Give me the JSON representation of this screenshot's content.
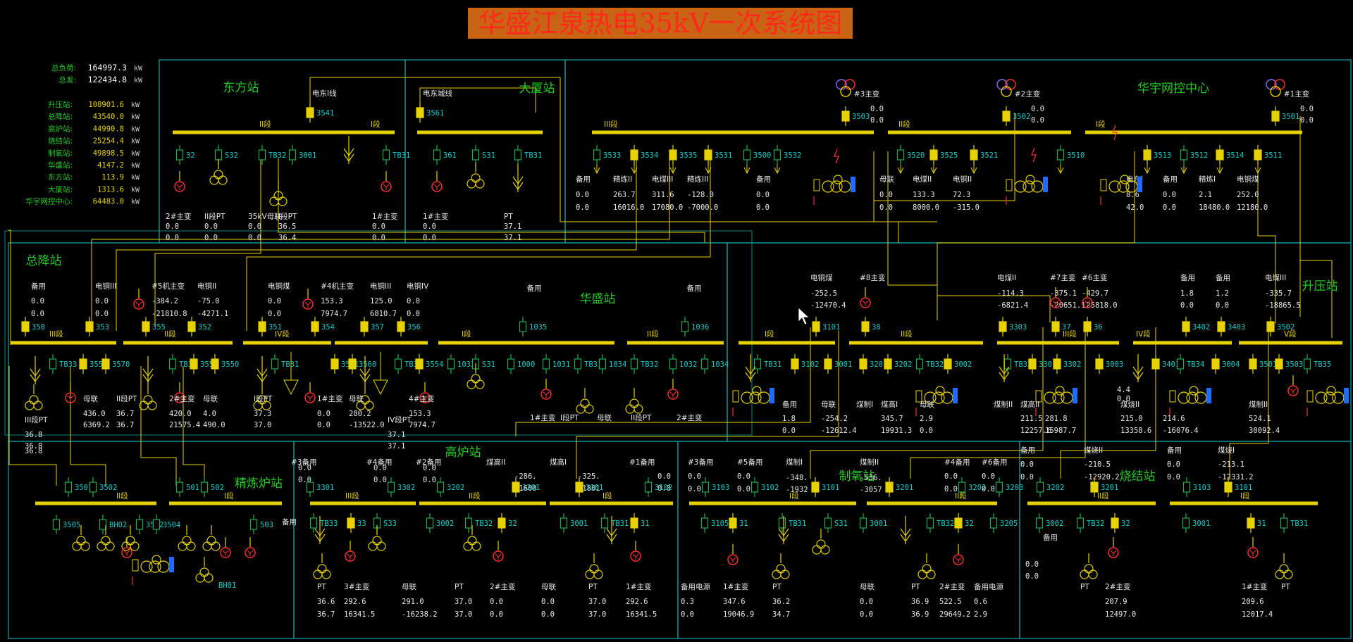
{
  "title": "华盛江泉热电35kV一次系统图",
  "colors": {
    "background": "#000000",
    "title_bg": "#c86414",
    "title_text": "#ff2a1a",
    "bus": "#e6d200",
    "line": "#e6d200",
    "frame": "#10a8a8",
    "station": "#22cc22",
    "switch_id": "#18c8c8",
    "closed": "#e6d200",
    "open": "#22aa55"
  },
  "summary": [
    {
      "label": "总负荷:",
      "value": "164997.3",
      "unit": "kW"
    },
    {
      "label": "总发:",
      "value": "122434.8",
      "unit": "kW"
    },
    {
      "label": "升压站:",
      "value": "108901.6",
      "unit": "kW"
    },
    {
      "label": "总降站:",
      "value": "43540.0",
      "unit": "kW"
    },
    {
      "label": "高炉站:",
      "value": "44990.8",
      "unit": "kW"
    },
    {
      "label": "烧结站:",
      "value": "25254.4",
      "unit": "kW"
    },
    {
      "label": "制氧站:",
      "value": "49898.5",
      "unit": "kW"
    },
    {
      "label": "华盛站:",
      "value": "4147.2",
      "unit": "kW"
    },
    {
      "label": "东方站:",
      "value": "113.9",
      "unit": "kW"
    },
    {
      "label": "大厦站:",
      "value": "1313.6",
      "unit": "kW"
    },
    {
      "label": "华宇网控中心:",
      "value": "64483.0",
      "unit": "kW"
    }
  ],
  "stations": {
    "dongfang": {
      "name": "东方站",
      "line": "电东I线",
      "line_sw": "3541",
      "sec2": "II段",
      "sec1": "I段",
      "feeders": [
        {
          "id": "32",
          "name": "2#主变",
          "v1": "0.0",
          "v2": "0.0"
        },
        {
          "id": "S32",
          "name": "II段PT",
          "v1": "0.0",
          "v2": "0.0"
        },
        {
          "id": "TB32",
          "name": "35kV母联",
          "v1": "0.0",
          "v2": "0.0"
        },
        {
          "id": "3001",
          "name": "I段PT",
          "v1": "36.5",
          "v2": "36.4"
        },
        {
          "id": "TB31",
          "name": "1#主变",
          "v1": "0.0",
          "v2": "0.0"
        }
      ]
    },
    "dasha": {
      "name": "大厦站",
      "line": "电东城线",
      "line_sw": "3561",
      "feeders": [
        {
          "id": "361",
          "name": "1#主变",
          "v1": "0.0",
          "v2": "0.0"
        },
        {
          "id": "S31",
          "name": "",
          "v1": "",
          "v2": ""
        },
        {
          "id": "TB31",
          "name": "PT",
          "v1": "37.1",
          "v2": "37.1"
        }
      ]
    },
    "huayu": {
      "name": "华宇网控中心",
      "sections": [
        "III段",
        "II段",
        "I段"
      ],
      "transformers": [
        {
          "name": "#3主变",
          "sw": "3503",
          "v1": "0.0",
          "v2": "0.0"
        },
        {
          "name": "#2主变",
          "sw": "3502",
          "v1": "0.0",
          "v2": "0.0"
        },
        {
          "name": "#1主变",
          "sw": "3501",
          "v1": "0.0",
          "v2": "0.0"
        }
      ],
      "feeders": [
        {
          "id": "3533",
          "name": "备用",
          "v1": "0.0",
          "v2": "0.0"
        },
        {
          "id": "3534",
          "name": "精炼II",
          "v1": "263.7",
          "v2": "16016.0"
        },
        {
          "id": "3535",
          "name": "电煤III",
          "v1": "311.6",
          "v2": "17080.0"
        },
        {
          "id": "3531",
          "name": "精炼III",
          "v1": "-128.0",
          "v2": "-7000.0"
        },
        {
          "id": "3500",
          "name": "",
          "v1": "",
          "v2": ""
        },
        {
          "id": "3532",
          "name": "备用",
          "v1": "0.0",
          "v2": "0.0"
        },
        {
          "id": "3520",
          "name": "母联",
          "v1": "0.0",
          "v2": "0.0"
        },
        {
          "id": "3525",
          "name": "电煤II",
          "v1": "133.3",
          "v2": "8000.0"
        },
        {
          "id": "3521",
          "name": "电铜II",
          "v1": "72.3",
          "v2": "-315.0"
        },
        {
          "id": "3510",
          "name": "",
          "v1": "",
          "v2": ""
        },
        {
          "id": "3513",
          "name": "电东I",
          "v1": "8.6",
          "v2": "42.0"
        },
        {
          "id": "3512",
          "name": "备用",
          "v1": "0.0",
          "v2": "0.0"
        },
        {
          "id": "3514",
          "name": "精炼I",
          "v1": "2.1",
          "v2": "18480.0"
        },
        {
          "id": "3511",
          "name": "电铜煤",
          "v1": "252.0",
          "v2": "12180.0"
        }
      ]
    },
    "zongjiang": {
      "name": "总降站",
      "sections": [
        "III段",
        "II段",
        "IV段"
      ],
      "tops": [
        {
          "name": "备用",
          "v1": "0.0",
          "v2": "0.0",
          "sw": "358"
        },
        {
          "name": "电铜III",
          "v1": "0.0",
          "v2": "0.0",
          "sw": "353"
        },
        {
          "name": "#5机主变",
          "v1": "-384.2",
          "v2": "-21810.8",
          "sw": "355"
        },
        {
          "name": "电铜II",
          "v1": "-75.0",
          "v2": "-4271.1",
          "sw": "352"
        },
        {
          "name": "电铜煤",
          "v1": "0.0",
          "v2": "0.0",
          "sw": "351"
        },
        {
          "name": "#4机主变",
          "v1": "153.3",
          "v2": "7974.7",
          "sw": "354"
        },
        {
          "name": "电铜III",
          "v1": "125.0",
          "v2": "6810.7",
          "sw": "357"
        },
        {
          "name": "电铜IV",
          "v1": "0.0",
          "v2": "0.0",
          "sw": "356"
        }
      ],
      "bottoms": [
        {
          "name": "III段PT",
          "v1": "36.8",
          "v2": "36.8"
        },
        {
          "name": "母联",
          "v1": "436.0",
          "v2": "6369.2"
        },
        {
          "name": "II段PT",
          "v1": "36.7",
          "v2": "36.7"
        },
        {
          "name": "2#主变",
          "v1": "420.0",
          "v2": "21575.4"
        },
        {
          "name": "母联",
          "v1": "4.0",
          "v2": "490.0"
        },
        {
          "name": "I段PT",
          "v1": "37.3",
          "v2": "37.0"
        },
        {
          "name": "1#主变",
          "v1": "0.0",
          "v2": "0.0"
        },
        {
          "name": "母联",
          "v1": "280.2",
          "v2": "-13522.0"
        },
        {
          "name": "IV段PT",
          "v1": "37.1",
          "v2": "37.1"
        },
        {
          "name": "4#主变",
          "v1": "153.3",
          "v2": "7974.7"
        }
      ],
      "switches": [
        "TB33",
        "3553",
        "3570",
        "TB32",
        "3552",
        "3550",
        "TB31",
        "3551",
        "3560",
        "TB34",
        "3554"
      ],
      "left_value": "36.8"
    },
    "huasheng": {
      "name": "华盛站",
      "spare1": "备用",
      "spare1_sw": "1035",
      "spare2": "备用",
      "spare2_sw": "1036",
      "sec1": "I段",
      "sec2": "II段",
      "switches": [
        "1033",
        "S31",
        "1000",
        "1031",
        "TB31",
        "1034",
        "TB32",
        "1032",
        "1034"
      ],
      "bottoms": [
        {
          "name": "1#主变"
        },
        {
          "name": "I段PT"
        },
        {
          "name": "母联"
        },
        {
          "name": "II段PT"
        },
        {
          "name": "2#主变"
        }
      ]
    },
    "shengya": {
      "name": "升压站",
      "tops": [
        {
          "name": "电铜煤",
          "v1": "-252.5",
          "v2": "-12470.4",
          "sw": "3101"
        },
        {
          "name": "#8主变",
          "v1": "",
          "v2": "",
          "sw": "38"
        },
        {
          "name": "电煤II",
          "v1": "-114.3",
          "v2": "-6821.4",
          "sw": "3303"
        },
        {
          "name": "#7主变",
          "v1": "-375.1",
          "v2": "-20651.1",
          "sw": "37"
        },
        {
          "name": "#6主变",
          "v1": "-429.7",
          "v2": "-25818.0",
          "sw": "36"
        },
        {
          "name": "备用",
          "v1": "1.8",
          "v2": "0.0",
          "sw": "3402"
        },
        {
          "name": "备用",
          "v1": "1.2",
          "v2": "0.0",
          "sw": "3403"
        },
        {
          "name": "电煤III",
          "v1": "-335.7",
          "v2": "-18865.5",
          "sw": "3502"
        }
      ],
      "sections": [
        "I段",
        "II段",
        "III段",
        "IV段",
        "V段"
      ],
      "switches": [
        "TB31",
        "3102",
        "3001",
        "3201",
        "3202",
        "TB32",
        "3002",
        "TB33",
        "3301",
        "3302",
        "3003",
        "3401",
        "TB34",
        "3004",
        "3501",
        "3503",
        "TB35"
      ],
      "bottoms": [
        {
          "name": "备用",
          "v1": "1.8",
          "v2": "0.0"
        },
        {
          "name": "母联",
          "v1": "-254.2",
          "v2": "-12612.4"
        },
        {
          "name": "煤制I",
          "v1": "",
          "v2": ""
        },
        {
          "name": "煤高I",
          "v1": "345.7",
          "v2": "19931.3"
        },
        {
          "name": "母联",
          "v1": "2.9",
          "v2": "0.0"
        },
        {
          "name": "煤制II",
          "v1": "",
          "v2": ""
        },
        {
          "name": "煤高II",
          "v1": "211.5",
          "v2": "12257.6"
        },
        {
          "name": "",
          "v1": "281.8",
          "v2": "15987.7"
        },
        {
          "name": "",
          "v1": "4.4",
          "v2": "0.0"
        },
        {
          "name": "煤烧II",
          "v1": "215.0",
          "v2": "13358.6"
        },
        {
          "name": "",
          "v1": "214.6",
          "v2": "-16076.4"
        },
        {
          "name": "煤制II",
          "v1": "524.1",
          "v2": "30092.4"
        }
      ]
    },
    "jinglian": {
      "name": "精炼炉站",
      "sec2": "II段",
      "sec1": "I段",
      "switches": [
        "3501",
        "3502",
        "501",
        "502",
        "3505",
        "BH02",
        "3502",
        "3504",
        "503"
      ],
      "spare": "备用",
      "bh01": "BH01"
    },
    "gaolu": {
      "name": "高炉站",
      "sec3": "III段",
      "sec2": "II段",
      "sec1": "I段",
      "tops": [
        {
          "name": "#3备用",
          "v1": "0.0",
          "v2": "0.0",
          "sw": "3301"
        },
        {
          "name": "#4备用",
          "v1": "0.0",
          "v2": "0.0",
          "sw": "3302"
        },
        {
          "name": "#2备用",
          "v1": "0.0",
          "v2": "0.0",
          "sw": "3202"
        },
        {
          "name": "煤高II",
          "v1": "-286.",
          "v2": "-1600",
          "sw": "3201"
        },
        {
          "name": "煤高I",
          "v1": "-325.",
          "v2": "-1801",
          "sw": "3101"
        },
        {
          "name": "#1备用",
          "v1": "0.0",
          "v2": "0.0",
          "sw": "3102"
        }
      ],
      "switches": [
        "TB33",
        "33",
        "S33",
        "3002",
        "TB32",
        "32",
        "3001",
        "TB31",
        "31"
      ],
      "bottoms": [
        {
          "name": "PT",
          "v1": "36.6",
          "v2": "36.7"
        },
        {
          "name": "3#主变",
          "v1": "292.6",
          "v2": "16341.5"
        },
        {
          "name": "母联",
          "v1": "291.0",
          "v2": "-16238.2"
        },
        {
          "name": "PT",
          "v1": "37.0",
          "v2": "37.0"
        },
        {
          "name": "2#主变",
          "v1": "0.0",
          "v2": "0.0"
        },
        {
          "name": "母联",
          "v1": "0.0",
          "v2": "0.0"
        },
        {
          "name": "PT",
          "v1": "37.0",
          "v2": "37.0"
        },
        {
          "name": "1#主变",
          "v1": "292.6",
          "v2": "16341.5"
        }
      ]
    },
    "zhiyang": {
      "name": "制氧站",
      "sec1": "I段",
      "sec2": "II段",
      "tops": [
        {
          "name": "#3备用",
          "v1": "0.0",
          "v2": "0.0",
          "sw": "3103"
        },
        {
          "name": "#5备用",
          "v1": "0.0",
          "v2": "0.0",
          "sw": "3102"
        },
        {
          "name": "煤制I",
          "v1": "-348.",
          "v2": "-1932",
          "sw": "3101"
        },
        {
          "name": "煤制II",
          "v1": "-536.",
          "v2": "-3057",
          "sw": "3201"
        },
        {
          "name": "#4备用",
          "v1": "0.0",
          "v2": "0.0",
          "sw": "3202"
        },
        {
          "name": "#6备用",
          "v1": "0.0",
          "v2": "0.0",
          "sw": "3203"
        }
      ],
      "switches": [
        "3105",
        "31",
        "TB31",
        "S31",
        "3001",
        "TB32",
        "32",
        "3205"
      ],
      "bottoms": [
        {
          "name": "备用电源",
          "v1": "0.3",
          "v2": "0.0"
        },
        {
          "name": "1#主变",
          "v1": "347.6",
          "v2": "19046.9"
        },
        {
          "name": "PT",
          "v1": "36.2",
          "v2": "34.7"
        },
        {
          "name": "母联",
          "v1": "0.0",
          "v2": "0.0"
        },
        {
          "name": "PT",
          "v1": "36.9",
          "v2": "36.9"
        },
        {
          "name": "2#主变",
          "v1": "522.5",
          "v2": "29649.2"
        },
        {
          "name": "备用电源",
          "v1": "0.6",
          "v2": "2.9"
        }
      ]
    },
    "shaojie": {
      "name": "烧结站",
      "sec2": "II段",
      "sec1": "I段",
      "tops": [
        {
          "name": "备用",
          "v1": "0.0",
          "v2": "0.0",
          "sw": "3202"
        },
        {
          "name": "煤烧II",
          "v1": "-210.5",
          "v2": "-12920.2",
          "sw": "3201"
        },
        {
          "name": "备用",
          "v1": "0.0",
          "v2": "0.0",
          "sw": "3103"
        },
        {
          "name": "煤烧I",
          "v1": "-213.1",
          "v2": "-12331.2",
          "sw": "3101"
        }
      ],
      "switches": [
        "3002",
        "TB32",
        "32",
        "3001",
        "31",
        "TB31"
      ],
      "spare": "备用",
      "spare_v1": "0.0",
      "spare_v2": "0.0",
      "bottoms": [
        {
          "name": "PT"
        },
        {
          "name": "2#主变",
          "v1": "207.9",
          "v2": "12497.0"
        },
        {
          "name": "1#主变",
          "v1": "209.6",
          "v2": "12017.4"
        },
        {
          "name": "PT"
        }
      ]
    }
  }
}
